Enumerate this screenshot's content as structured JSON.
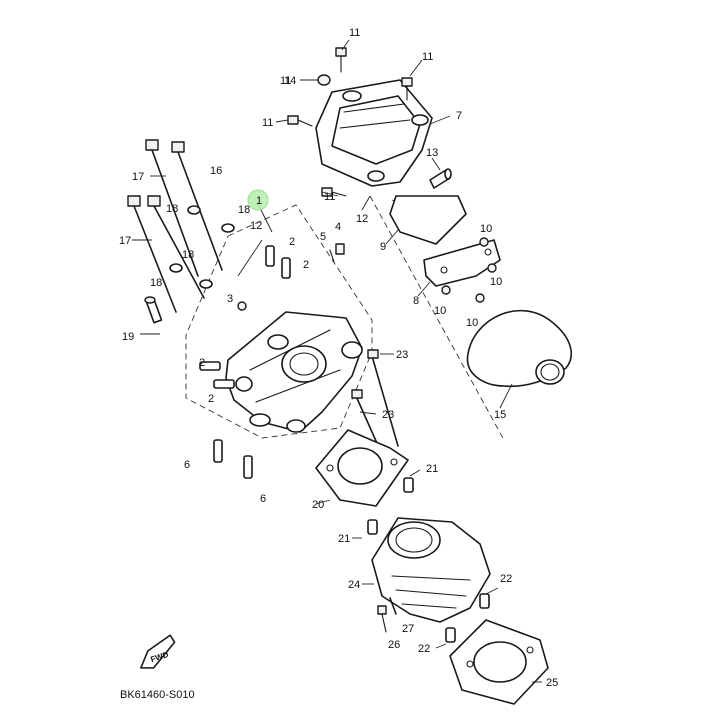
{
  "diagram": {
    "code": "BK61460-S010",
    "fwd_label": "FWD",
    "highlight_color": "#b9efb0",
    "highlighted_callout": "1",
    "callouts": [
      "1",
      "2",
      "2",
      "2",
      "2",
      "3",
      "4",
      "5",
      "6",
      "6",
      "7",
      "8",
      "9",
      "10",
      "10",
      "10",
      "10",
      "11",
      "11",
      "11",
      "11",
      "11",
      "12",
      "12",
      "13",
      "14",
      "15",
      "16",
      "17",
      "17",
      "18",
      "18",
      "18",
      "18",
      "19",
      "20",
      "21",
      "21",
      "22",
      "22",
      "23",
      "23",
      "24",
      "25",
      "26",
      "27"
    ]
  }
}
